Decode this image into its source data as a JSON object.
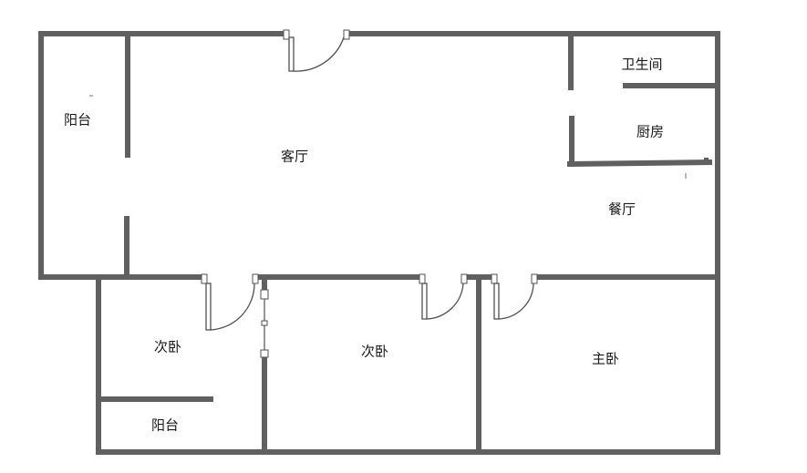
{
  "floor_plan": {
    "rooms": [
      {
        "id": "balcony-west",
        "label": "阳台"
      },
      {
        "id": "living-room",
        "label": "客厅"
      },
      {
        "id": "bathroom",
        "label": "卫生间"
      },
      {
        "id": "kitchen",
        "label": "厨房"
      },
      {
        "id": "dining-room",
        "label": "餐厅"
      },
      {
        "id": "second-bedroom-left",
        "label": "次卧"
      },
      {
        "id": "second-bedroom-middle",
        "label": "次卧"
      },
      {
        "id": "master-bedroom",
        "label": "主卧"
      },
      {
        "id": "balcony-south",
        "label": "阳台"
      }
    ]
  }
}
